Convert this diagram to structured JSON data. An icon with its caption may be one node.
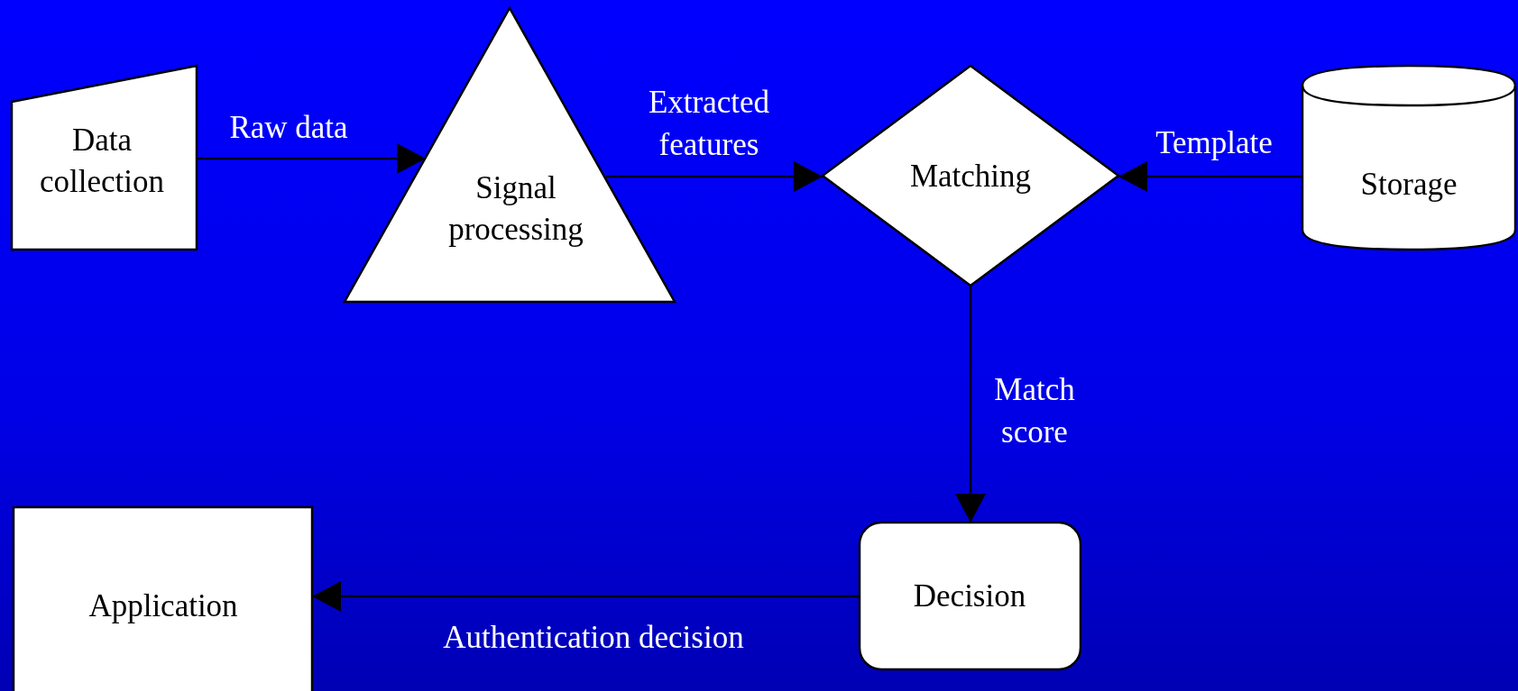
{
  "diagram": {
    "nodes": [
      {
        "text": [
          "Data collection"
        ]
      },
      {
        "text": [
          "Signal processing"
        ]
      },
      {
        "text": [
          "Matching"
        ]
      },
      {
        "text": [
          "Storage"
        ]
      },
      {
        "text": [
          "Decision"
        ]
      },
      {
        "text": [
          "Application"
        ]
      }
    ],
    "edges": [
      {
        "from": 0,
        "to": 1,
        "arrow": "to",
        "label": "Raw data"
      },
      {
        "from": 1,
        "to": 2,
        "arrow": "to",
        "label": "Extracted features"
      },
      {
        "from": 3,
        "to": 2,
        "arrow": "to",
        "label": "Template"
      },
      {
        "from": 2,
        "to": 4,
        "arrow": "to",
        "label": "Match score"
      },
      {
        "from": 4,
        "to": 5,
        "arrow": "to",
        "label": "Authentication decision"
      }
    ]
  }
}
